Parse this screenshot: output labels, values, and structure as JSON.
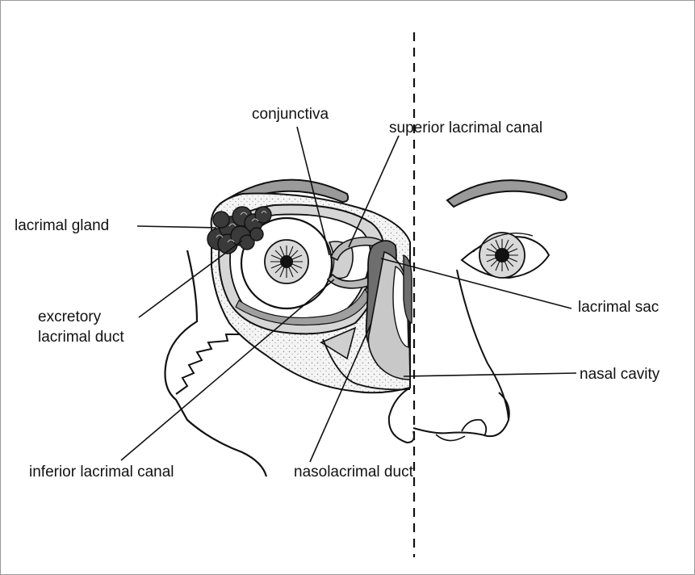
{
  "labels": {
    "conjunctiva": "conjunctiva",
    "superior_lacrimal_canal": "superior lacrimal canal",
    "lacrimal_gland": "lacrimal gland",
    "excretory_lacrimal_duct_line1": "excretory",
    "excretory_lacrimal_duct_line2": "lacrimal duct",
    "lacrimal_sac": "lacrimal sac",
    "nasal_cavity": "nasal cavity",
    "inferior_lacrimal_canal": "inferior lacrimal canal",
    "nasolacrimal_duct": "nasolacrimal duct"
  },
  "colors": {
    "outline": "#111111",
    "dark_gray": "#6e6e6e",
    "mid_gray": "#9a9a9a",
    "light_gray": "#cfcfcf",
    "stipple_bg": "#f0f0f0",
    "gland": "#3a3a3a"
  }
}
